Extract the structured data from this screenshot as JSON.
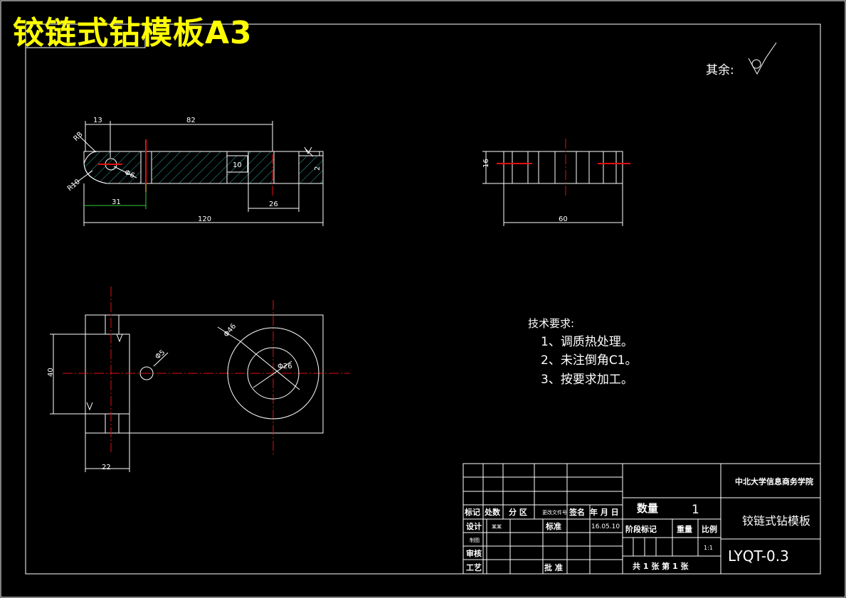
{
  "drawing_title": "铰链式钻模板A3",
  "roughness_note": "其余:",
  "tech_requirements": {
    "heading": "技术要求:",
    "items": [
      "1、调质热处理。",
      "2、未注倒角C1。",
      "3、按要求加工。"
    ]
  },
  "dimensions": {
    "front_view": [
      "13",
      "82",
      "R3",
      "R10",
      "Φ6",
      "10",
      "26",
      "31",
      "120",
      "2"
    ],
    "side_view": [
      "16",
      "60"
    ],
    "top_view": [
      "40",
      "22",
      "Φ5",
      "Φ46",
      "Φ26"
    ]
  },
  "title_block": {
    "headers": [
      "标记",
      "处数",
      "分 区",
      "更改文件号",
      "签名",
      "年 月 日"
    ],
    "rows": {
      "design_label": "设计",
      "design_name": "某某",
      "standard_label": "标准",
      "date": "16.05.10",
      "drawing_label": "制图",
      "review_label": "审核",
      "process_label": "工艺",
      "approve_label": "批 准"
    },
    "quantity_label": "数量",
    "quantity_value": "1",
    "stage_label": "阶段标记",
    "weight_label": "重量",
    "scale_label": "比例",
    "scale_value": "1:1",
    "sheets": "共 1 张  第  1  张",
    "school": "中北大学信息商务学院",
    "part_name": "铰链式钻模板",
    "drawing_code": "LYQT-0.3"
  }
}
